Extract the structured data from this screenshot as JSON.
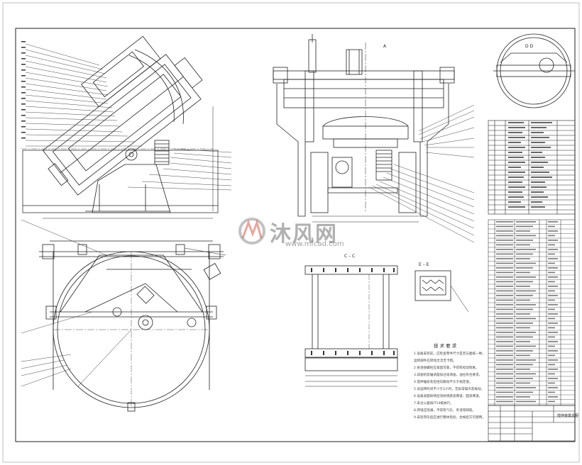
{
  "watermark": {
    "brand": "沐风网",
    "url": "www.mfcad.com"
  },
  "views": {
    "dd_label": "D D",
    "cc_label": "C – C",
    "ee_label": "E – E",
    "aa_label": "A"
  },
  "notes": {
    "title": "技 术 要 求",
    "lines": [
      "1.设备安装前，应检查零件尺寸是否与图纸一致，",
      "  运转部件应转动灵活无卡阻。",
      "2.各连接螺栓应紧固可靠，不得有松动现象。",
      "3.减速机及轴承座加注润滑油，油位符合要求。",
      "4.搅拌轴安装后径向跳动不大于规定值。",
      "5.试运转时间不少于2小时，无异常噪声及振动。",
      "6.设备表面除锈后涂防锈底漆两道、面漆两道。",
      "7.未注公差按IT14级执行。",
      "8.焊缝应饱满，不得有气孔、夹渣等缺陷。",
      "9.安装完毕后应进行整体检验，合格后方可使用。"
    ]
  },
  "title_block": {
    "name": "搅拌装置总图"
  }
}
